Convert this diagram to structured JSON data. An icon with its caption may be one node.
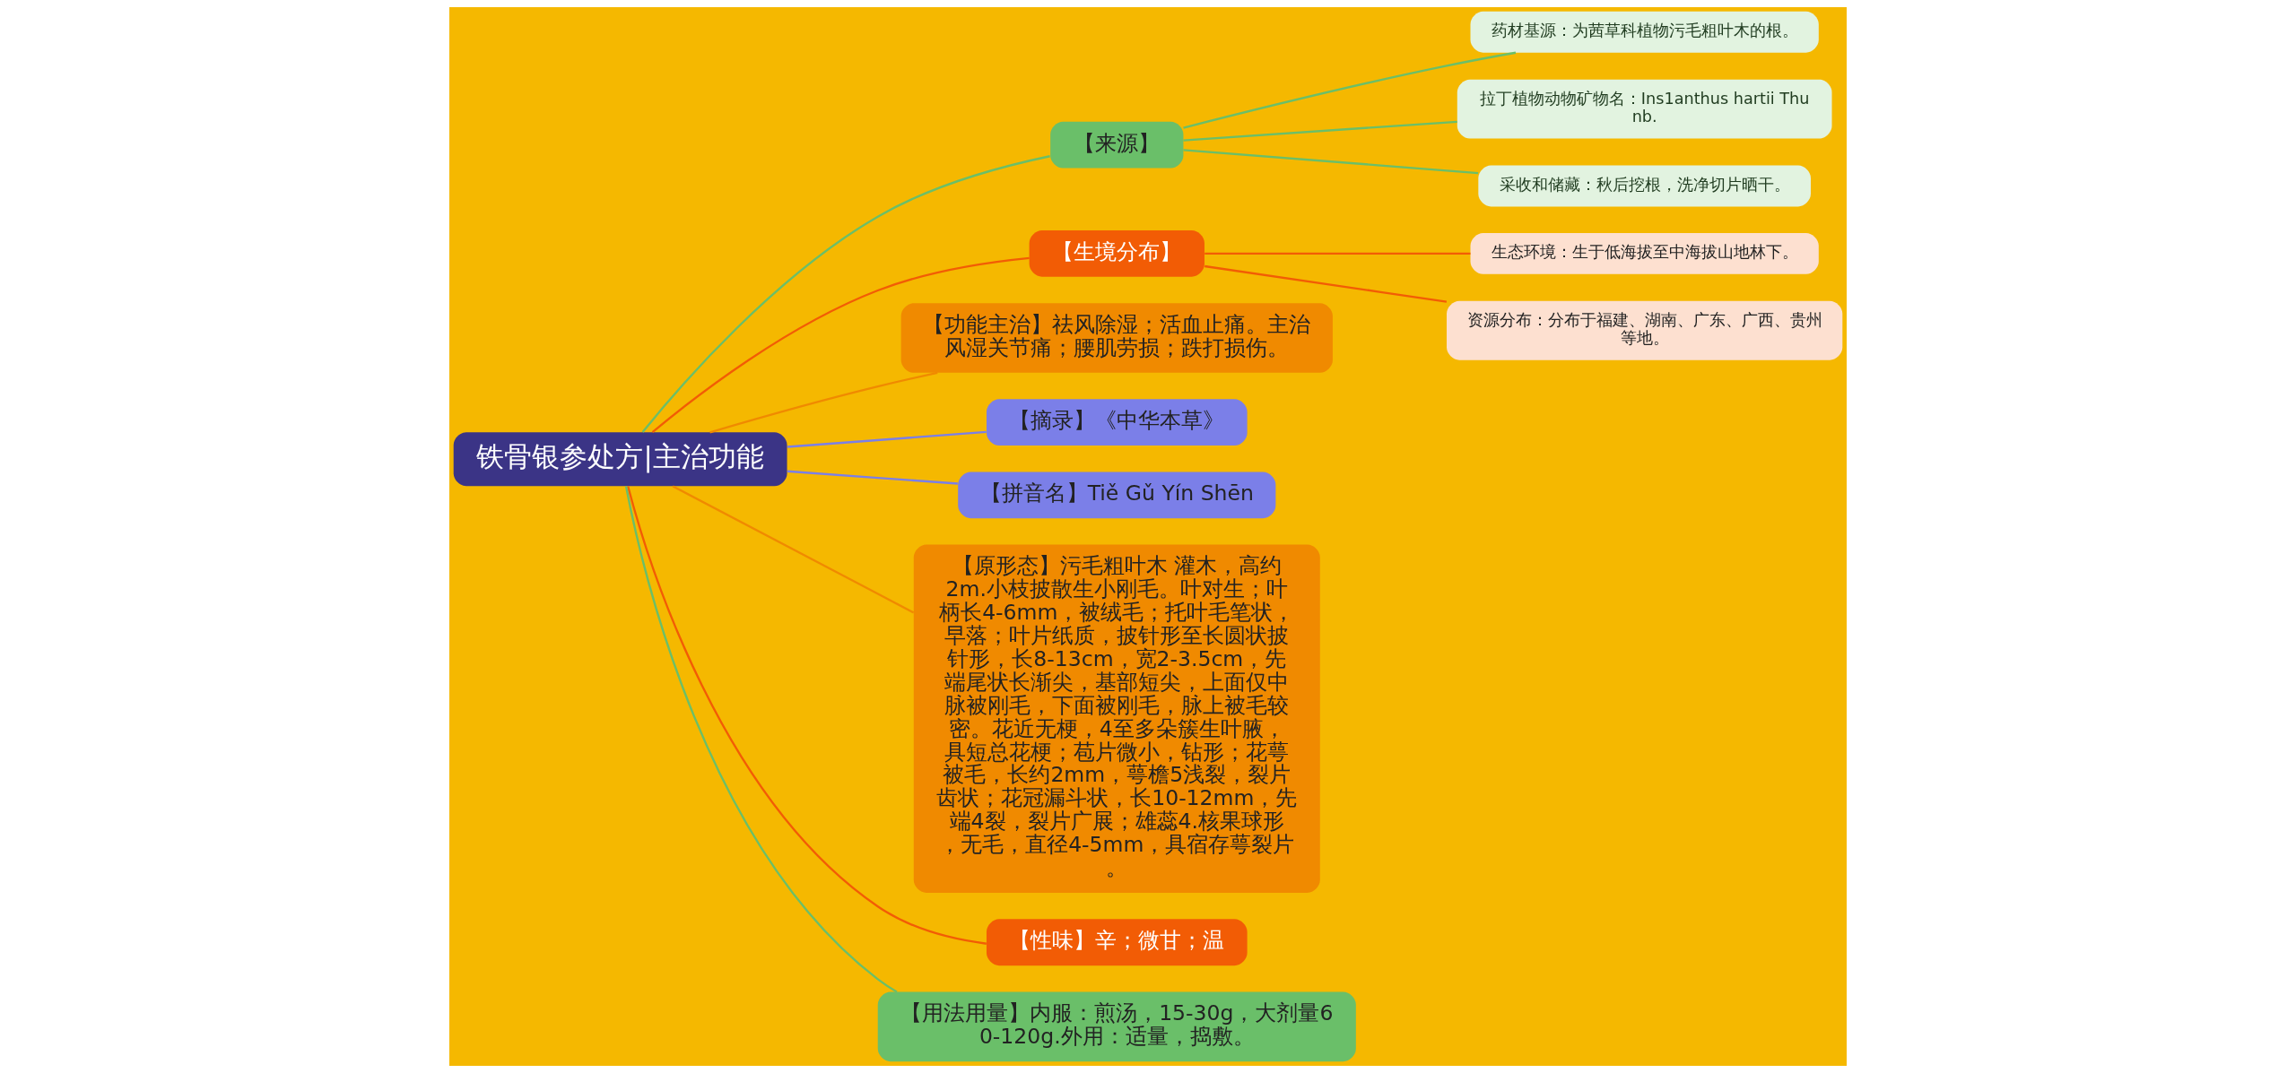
{
  "diagram": {
    "nodes": [
      {
        "text": [
          "铁骨银参处方|主治功能"
        ]
      },
      {
        "text": [
          "【来源】"
        ]
      },
      {
        "text": [
          "药材基源：为茜草科植物污毛粗叶木的根。"
        ]
      },
      {
        "text": [
          "拉丁植物动物矿物名：Ins1anthus hartii Thunb."
        ]
      },
      {
        "text": [
          "采收和储藏：秋后挖根，洗净切片晒干。"
        ]
      },
      {
        "text": [
          "【生境分布】"
        ]
      },
      {
        "text": [
          "生态环境：生于低海拔至中海拔山地林下。"
        ]
      },
      {
        "text": [
          "资源分布：分布于福建、湖南、广东、广西、贵州等地。"
        ]
      },
      {
        "text": [
          "【功能主治】祛风除湿；活血止痛。主治风湿关节痛；腰肌劳损；跌打损伤。"
        ]
      },
      {
        "text": [
          "【摘录】《中华本草》"
        ]
      },
      {
        "text": [
          "【拼音名】Tiě Gǔ Yín Shēn"
        ]
      },
      {
        "text": [
          "【原形态】污毛粗叶木 灌木，高约2m.小枝披散生小刚毛。叶对生；叶柄长4-6mm，被绒毛；托叶毛笔状，早落；叶片纸质，披针形至长圆状披针形，长8-13cm，宽2-3.5cm，先端尾状长渐尖，基部短尖，上面仅中脉被刚毛，下面被刚毛，脉上被毛较密。花近无梗，4至多朵簇生叶腋，具短总花梗；苞片微小，钻形；花萼被毛，长约2mm，萼檐5浅裂，裂片齿状；花冠漏斗状，长10-12mm，先端4裂，裂片广展；雄蕊4.核果球形，无毛，直径4-5mm，具宿存萼裂片。"
        ]
      },
      {
        "text": [
          "【性味】辛；微甘；温"
        ]
      },
      {
        "text": [
          "【用法用量】内服：煎汤，15-30g，大剂量60-120g.外用：适量，捣敷。"
        ]
      }
    ],
    "edges": [
      {
        "from": 0,
        "to": 10,
        "arrow": "none",
        "color": "#7b7fe8"
      },
      {
        "from": 0,
        "to": 11,
        "arrow": "none",
        "color": "#f08a00"
      },
      {
        "from": 0,
        "to": 12,
        "arrow": "none",
        "color": "#f25c05"
      },
      {
        "from": 0,
        "to": 13,
        "arrow": "none",
        "color": "#6abf69"
      },
      {
        "from": 0,
        "to": 1,
        "arrow": "none",
        "color": "#6abf69"
      },
      {
        "from": 1,
        "to": 2,
        "arrow": "none",
        "color": "#6abf69"
      },
      {
        "from": 1,
        "to": 3,
        "arrow": "none",
        "color": "#6abf69"
      },
      {
        "from": 1,
        "to": 4,
        "arrow": "none",
        "color": "#6abf69"
      },
      {
        "from": 0,
        "to": 5,
        "arrow": "none",
        "color": "#f25c05"
      },
      {
        "from": 5,
        "to": 6,
        "arrow": "none",
        "color": "#f25c05"
      },
      {
        "from": 5,
        "to": 7,
        "arrow": "none",
        "color": "#f25c05"
      },
      {
        "from": 0,
        "to": 8,
        "arrow": "none",
        "color": "#f08a00"
      },
      {
        "from": 0,
        "to": 9,
        "arrow": "none",
        "color": "#7b7fe8"
      }
    ]
  }
}
